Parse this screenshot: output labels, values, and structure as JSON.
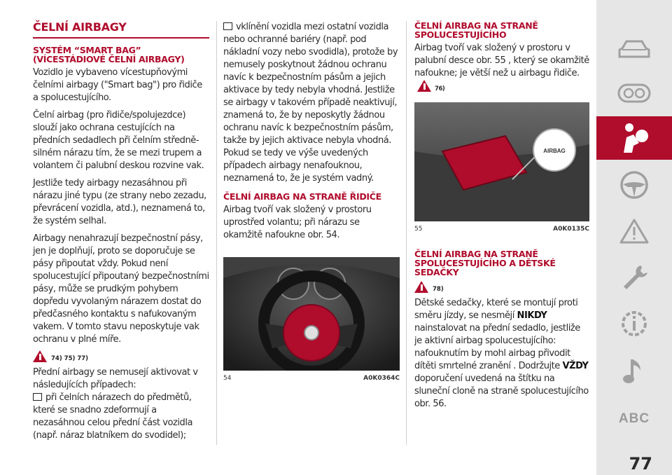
{
  "col1": {
    "title": "ČELNÍ AIRBAGY",
    "smart_heading": "SYSTÉM “SMART BAG” (VÍCESTÁDIOVÉ ČELNÍ AIRBAGY)",
    "p1": "Vozidlo je vybaveno vícestupňovými čelními airbagy (\"Smart bag\") pro řidiče a spolucestujícího.",
    "p2": "Čelní airbag (pro řidiče/spolujezdce) slouží jako ochrana cestujících na předních sedadlech při čelním středně-silném nárazu tím, že se mezi trupem a volantem či palubní deskou rozvine vak.",
    "p3": "Jestliže tedy airbagy nezasáhnou při nárazu jiné typu (ze strany nebo zezadu, převrácení vozidla, atd.), neznamená to, že systém selhal.",
    "p4": "Airbagy nenahrazují bezpečnostní pásy, jen je doplňují, proto se doporučuje se pásy připoutat vždy. Pokud není spolucestující připoutaný bezpečnostními pásy, může se prudkým pohybem dopředu vyvolaným nárazem dostat do předčasného kontaktu s nafukovaným vakem. V tomto stavu neposkytuje vak ochranu v plné míře.",
    "warn_refs": "74) 75) 77)",
    "p5": "Přední airbagy se nemusejí aktivovat v následujících případech:",
    "bullet1": "při čelních nárazech do předmětů, které se snadno zdeformují a nezasáhnou celou přední část vozidla (např. náraz blatníkem do svodidel);"
  },
  "col2": {
    "bullet2": "vklínění vozidla mezi ostatní vozidla nebo ochranné bariéry (např. pod nákladní vozy nebo svodidla), protože by nemusely poskytnout žádnou ochranu navíc k bezpečnostním pásům a jejich aktivace by tedy nebyla vhodná. Jestliže se airbagy v takovém případě neaktivují, znamená to, že by neposkytly žádnou ochranu navíc k bezpečnostním pásům, takže by jejich aktivace nebyla vhodná. Pokud se tedy ve výše uvedených případech airbagy nenafouknou, neznamená to, že je systém vadný.",
    "driver_heading": "ČELNÍ AIRBAG NA STRANĚ ŘIDIČE",
    "driver_text": "Airbag tvoří vak složený v prostoru uprostřed volantu; při nárazu se okamžitě nafoukne obr. 54.",
    "fig_num": "54",
    "fig_code": "A0K0364C"
  },
  "col3": {
    "pass_heading": "ČELNÍ AIRBAG NA STRANĚ SPOLUCESTUJÍCÍHO",
    "pass_text": "Airbag tvoří vak složený v prostoru v palubní desce obr. 55 , který se okamžitě nafoukne; je větší než u airbagu řidiče.",
    "pass_ref": "76)",
    "fig_num": "55",
    "fig_code": "A0K0135C",
    "fig_label": "AIRBAG",
    "child_heading": "ČELNÍ AIRBAG NA STRANĚ SPOLUCESTUJÍCÍHO A DĚTSKÉ SEDAČKY",
    "child_ref": "78)",
    "child_text_a": "Dětské sedačky, které se montují proti směru jízdy, se nesmějí ",
    "child_bold_a": "NIKDY",
    "child_text_b": " nainstalovat na přední sedadlo, jestliže je aktivní airbag spolucestujícího: nafouknutím by mohl airbag přivodit dítěti smrtelné zranění . Dodržujte ",
    "child_bold_b": "VŽDY",
    "child_text_c": " doporučení uvedená na štítku na sluneční cloně na straně spolucestujícího obr. 56."
  },
  "sidebar": {
    "icons": [
      "car-icon",
      "dashboard-icon",
      "airbag-safety-icon",
      "steering-wheel-icon",
      "warning-icon",
      "wrench-icon",
      "info-gear-icon",
      "music-note-icon"
    ],
    "abc_label": "ABC",
    "active_index": 2,
    "accent": "#b00c2c"
  },
  "page_number": "77",
  "colors": {
    "accent": "#b00c2c",
    "sidebar_bg": "#e6e6e6",
    "text": "#2b2b2b"
  }
}
